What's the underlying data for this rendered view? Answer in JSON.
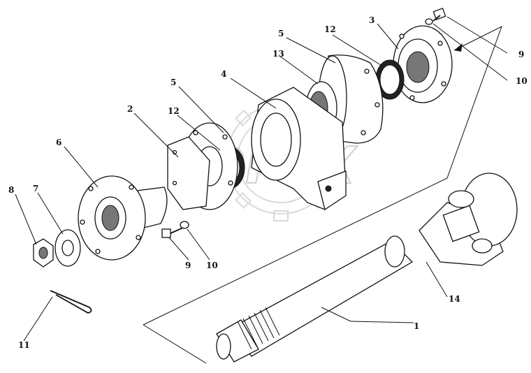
{
  "title": "",
  "callouts": [
    {
      "id": "label-1",
      "text": "1"
    },
    {
      "id": "label-2",
      "text": "2"
    },
    {
      "id": "label-3",
      "text": "3"
    },
    {
      "id": "label-4",
      "text": "4"
    },
    {
      "id": "label-5a",
      "text": "5"
    },
    {
      "id": "label-5b",
      "text": "5"
    },
    {
      "id": "label-6",
      "text": "6"
    },
    {
      "id": "label-7",
      "text": "7"
    },
    {
      "id": "label-8",
      "text": "8"
    },
    {
      "id": "label-9a",
      "text": "9"
    },
    {
      "id": "label-9b",
      "text": "9"
    },
    {
      "id": "label-10a",
      "text": "10"
    },
    {
      "id": "label-10b",
      "text": "10"
    },
    {
      "id": "label-11",
      "text": "11"
    },
    {
      "id": "label-12a",
      "text": "12"
    },
    {
      "id": "label-12b",
      "text": "12"
    },
    {
      "id": "label-13",
      "text": "13"
    },
    {
      "id": "label-14",
      "text": "14"
    }
  ],
  "watermark_text": "OPEX"
}
